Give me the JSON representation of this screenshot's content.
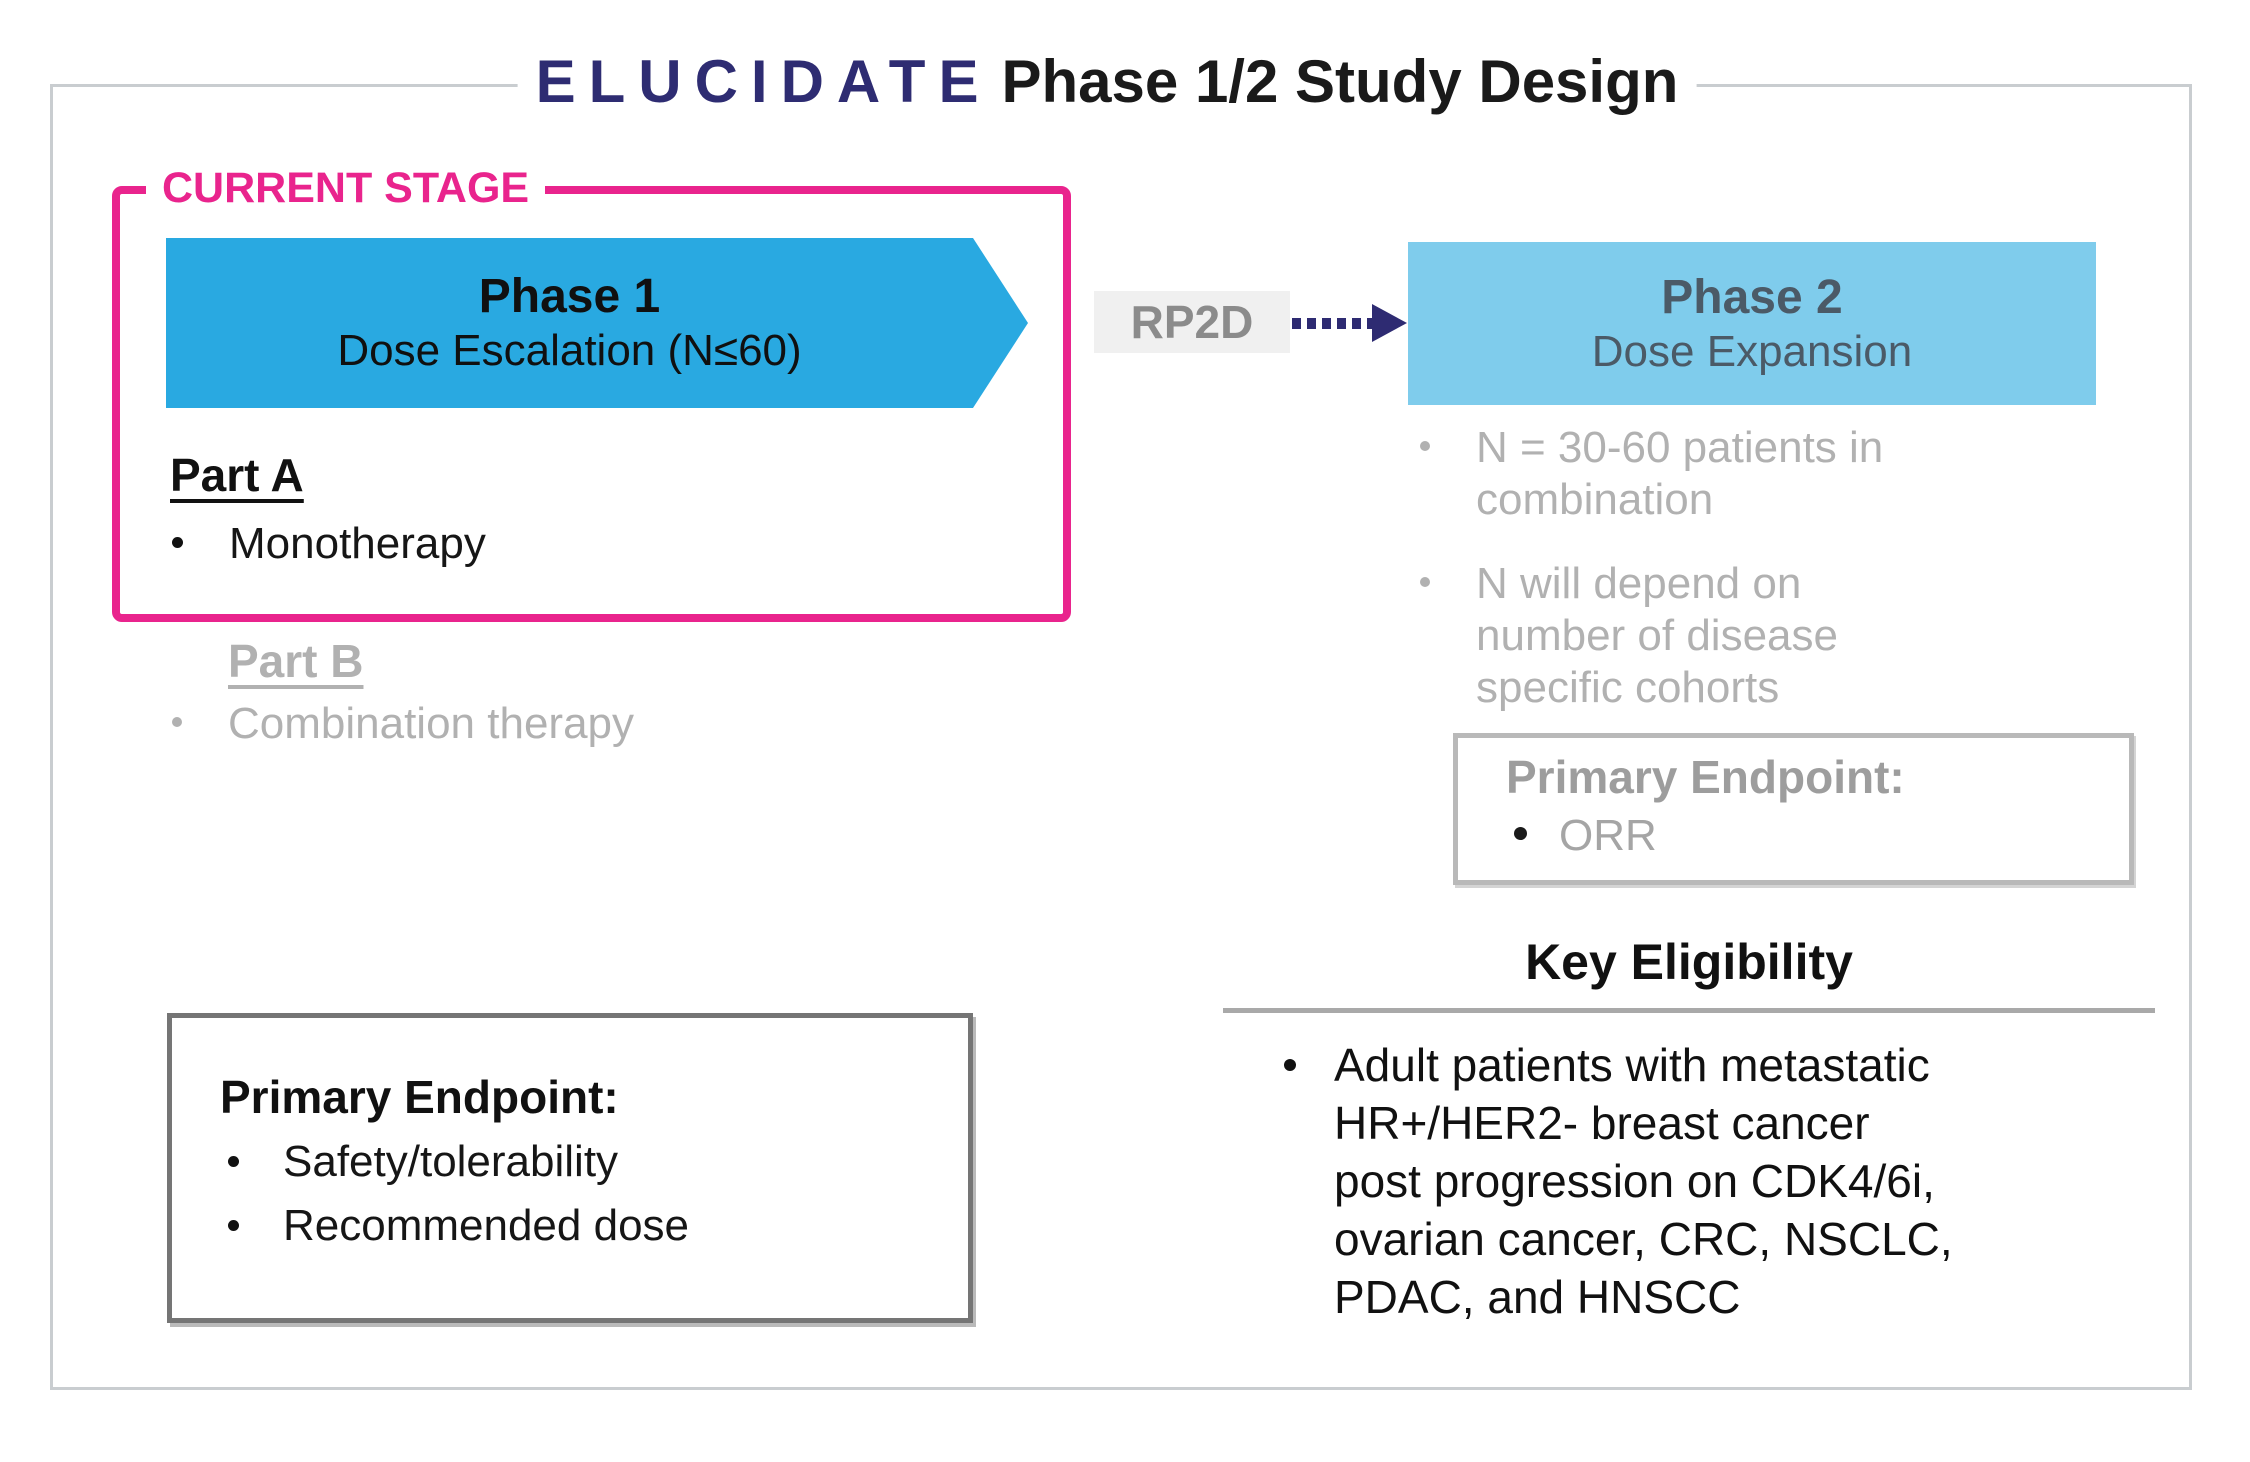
{
  "title": {
    "brand": "ELUCIDATE",
    "rest": "Phase 1/2 Study Design"
  },
  "current_stage": {
    "label": "CURRENT STAGE",
    "phase1": {
      "title": "Phase 1",
      "subtitle": "Dose Escalation (N≤60)"
    },
    "part_a": {
      "heading": "Part A",
      "bullets": [
        "Monotherapy"
      ]
    }
  },
  "part_b": {
    "heading": "Part B",
    "bullets": [
      "Combination therapy"
    ]
  },
  "rp2d": {
    "label": "RP2D"
  },
  "phase2": {
    "title": "Phase 2",
    "subtitle": "Dose Expansion",
    "bullets": [
      "N = 30-60 patients in\ncombination",
      "N will depend on\nnumber of disease\nspecific cohorts"
    ],
    "primary_endpoint": {
      "heading": "Primary Endpoint:",
      "bullets": [
        "ORR"
      ]
    }
  },
  "phase1_primary_endpoint": {
    "heading": "Primary Endpoint:",
    "bullets": [
      "Safety/tolerability",
      "Recommended dose"
    ]
  },
  "key_eligibility": {
    "heading": "Key Eligibility",
    "bullets": [
      "Adult patients with metastatic\nHR+/HER2- breast cancer\npost progression on CDK4/6i,\novarian cancer, CRC, NSCLC,\nPDAC, and HNSCC"
    ]
  },
  "colors": {
    "brand_navy": "#2e2c72",
    "stage_pink": "#e9248d",
    "phase1_blue": "#29a9e1",
    "phase2_blue": "#7fccec",
    "phase2_text": "#4b5a67",
    "muted_gray": "#b1b1b1",
    "rp2d_text": "#8b8b8b",
    "rp2d_bg": "#f0f0f0",
    "arrow_navy": "#2e2b72",
    "endpoint_border_dark": "#757575",
    "endpoint_border_light": "#b9b9b9",
    "outer_border": "#c9cdd0",
    "divider_gray": "#a9a9a9",
    "text_black": "#111111"
  }
}
